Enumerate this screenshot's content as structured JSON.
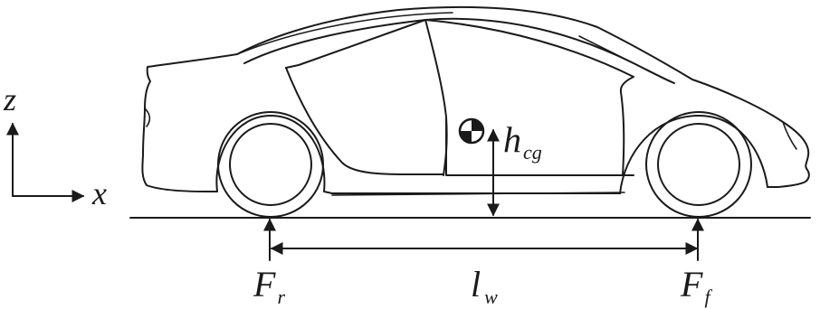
{
  "labels": {
    "z_axis": "z",
    "x_axis": "x",
    "h_main": "h",
    "h_sub": "cg",
    "fr_main": "F",
    "fr_sub": "r",
    "ff_main": "F",
    "ff_sub": "f",
    "lw_main": "l",
    "lw_sub": "w"
  },
  "colors": {
    "ink": "#1a1a1a",
    "background": "#ffffff"
  },
  "icons": {
    "center_of_gravity": "center-of-gravity-symbol"
  }
}
